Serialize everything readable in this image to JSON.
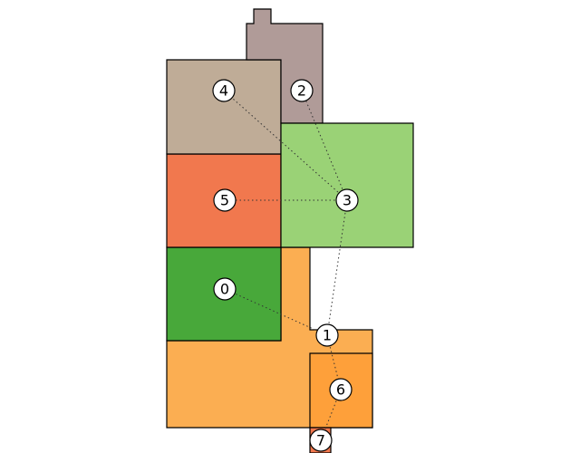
{
  "diagram": {
    "rooms": [
      {
        "id": "0",
        "color": "#48a83a"
      },
      {
        "id": "1",
        "color": "#fbae52"
      },
      {
        "id": "2",
        "color": "#b09b98"
      },
      {
        "id": "3",
        "color": "#9ad276"
      },
      {
        "id": "4",
        "color": "#bfac97"
      },
      {
        "id": "5",
        "color": "#f1784e"
      },
      {
        "id": "6",
        "color": "#fea03a"
      },
      {
        "id": "7",
        "color": "#f1784e"
      }
    ],
    "nodes": [
      {
        "id": "0",
        "label": "0"
      },
      {
        "id": "1",
        "label": "1"
      },
      {
        "id": "2",
        "label": "2"
      },
      {
        "id": "3",
        "label": "3"
      },
      {
        "id": "4",
        "label": "4"
      },
      {
        "id": "5",
        "label": "5"
      },
      {
        "id": "6",
        "label": "6"
      },
      {
        "id": "7",
        "label": "7"
      }
    ],
    "edges": [
      [
        "0",
        "1"
      ],
      [
        "1",
        "3"
      ],
      [
        "1",
        "6"
      ],
      [
        "6",
        "7"
      ],
      [
        "3",
        "2"
      ],
      [
        "3",
        "4"
      ],
      [
        "3",
        "5"
      ]
    ]
  }
}
